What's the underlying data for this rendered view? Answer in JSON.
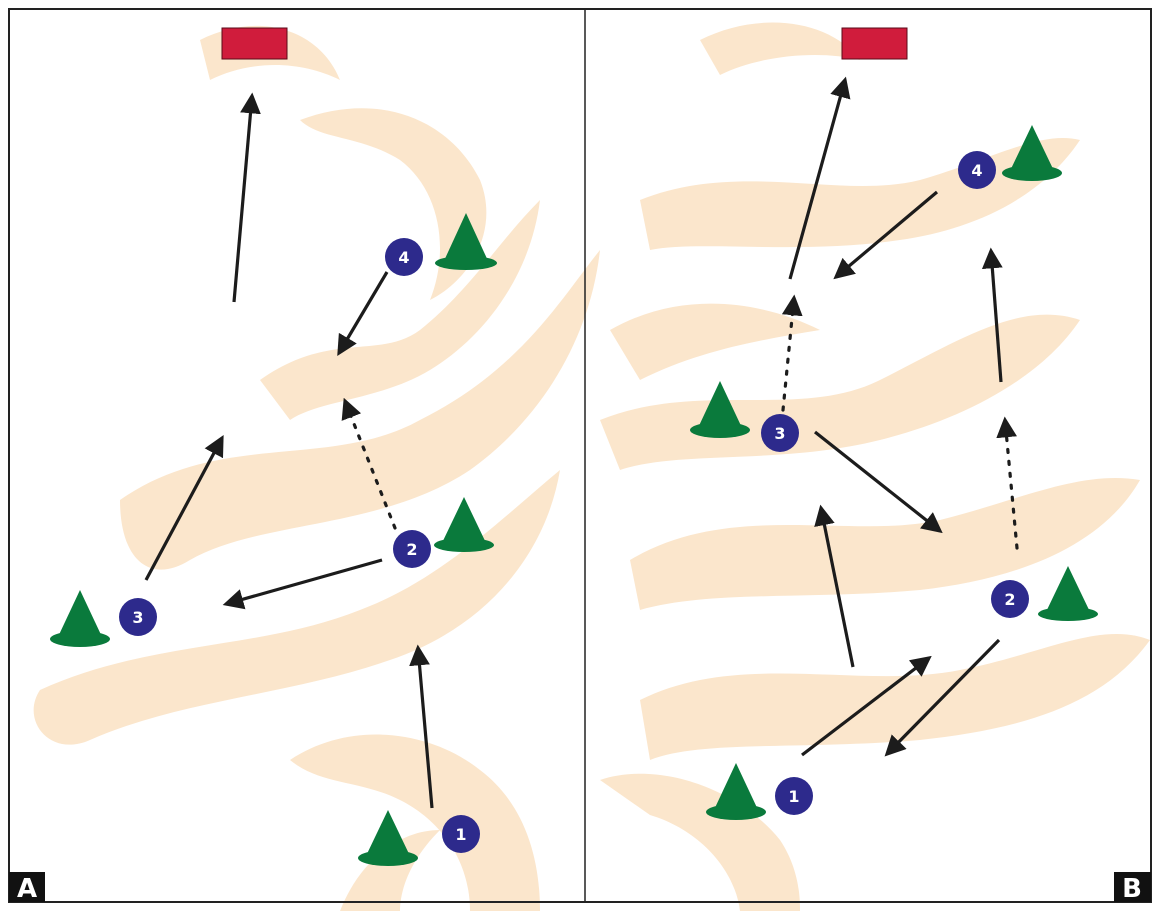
{
  "panels": [
    {
      "label": "A",
      "players": [
        "1",
        "2",
        "3",
        "4"
      ]
    },
    {
      "label": "B",
      "players": [
        "1",
        "2",
        "3",
        "4"
      ]
    }
  ],
  "colors": {
    "player": "#2d2a8c",
    "cone": "#0a7a3c",
    "goal": "#d01c3c",
    "arrow": "#1c1c1c",
    "watermark": "#fbe6cc",
    "label_box": "#111111",
    "border": "#222222"
  }
}
